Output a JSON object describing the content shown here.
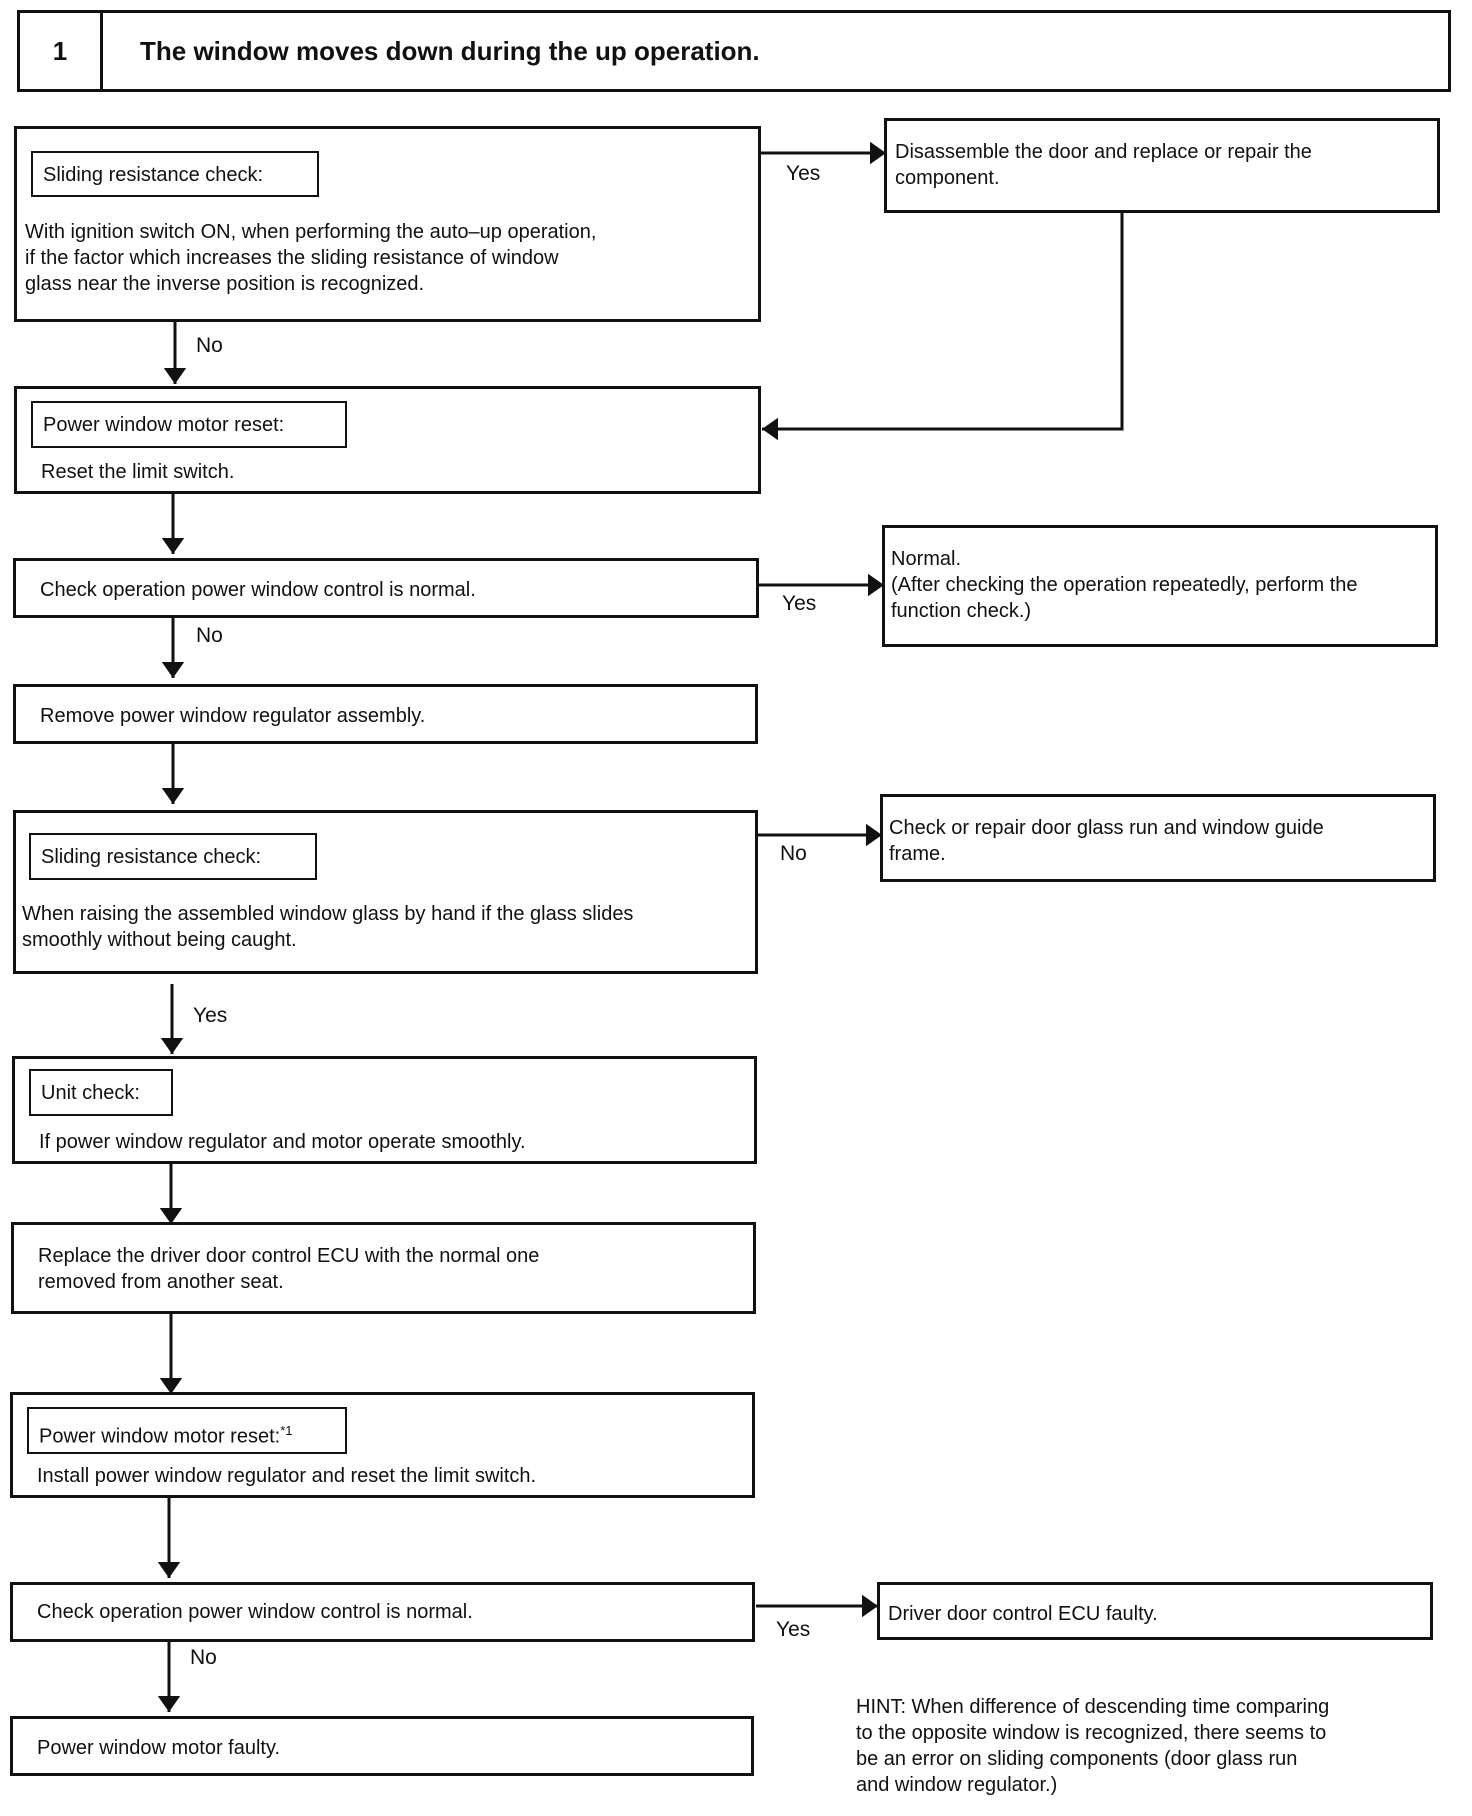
{
  "title": {
    "number": "1",
    "text": "The window moves down during the up operation."
  },
  "steps": {
    "s1": {
      "heading": "Sliding  resistance check:",
      "body": "With ignition switch ON, when performing the auto–up operation,\nif the factor which increases the sliding resistance of window\nglass near the inverse position is recognized."
    },
    "r1": {
      "body": "Disassemble the door and replace or repair the\ncomponent."
    },
    "s2": {
      "heading": "Power window motor reset:",
      "body": "Reset the limit switch."
    },
    "s3": {
      "body": "Check operation power window control is normal."
    },
    "r3": {
      "body": "Normal.\n(After checking the operation repeatedly, perform the\nfunction check.)"
    },
    "s4": {
      "body": "Remove power window regulator assembly."
    },
    "s5": {
      "heading": "Sliding  resistance check:",
      "body": "When raising the assembled window glass by hand if the glass slides\nsmoothly without being caught."
    },
    "r5": {
      "body": "Check or repair door glass run and window guide\nframe."
    },
    "s6": {
      "heading": "Unit check:",
      "body": "If power window regulator and motor operate smoothly."
    },
    "s7": {
      "body": "Replace the driver door control ECU with the normal one\nremoved from another seat."
    },
    "s8": {
      "heading": "Power window motor reset:",
      "footnote": "*1",
      "body": "Install power window regulator and reset the limit switch."
    },
    "s9": {
      "body": "Check operation power window control is normal."
    },
    "r9": {
      "body": "Driver door control ECU faulty."
    },
    "s10": {
      "body": "Power window motor faulty."
    }
  },
  "labels": {
    "l1_yes": "Yes",
    "l1_no": "No",
    "l3_yes": "Yes",
    "l3_no": "No",
    "l5_no": "No",
    "l5_yes": "Yes",
    "l9_yes": "Yes",
    "l9_no": "No"
  },
  "hint": "HINT: When difference of descending time comparing\nto the opposite window is recognized, there seems to\nbe an error on sliding components (door glass run\nand window regulator.)"
}
